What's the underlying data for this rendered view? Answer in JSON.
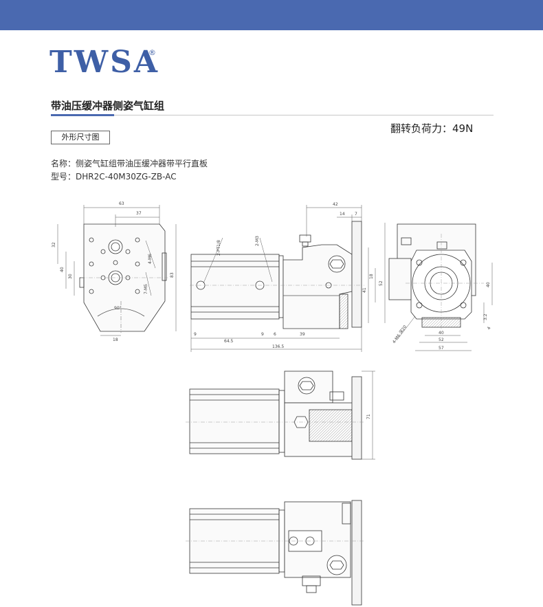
{
  "header": {
    "brand": "TWSA",
    "brand_mark": "®"
  },
  "product": {
    "title": "带油压缓冲器侧姿气缸组",
    "load": "翻转负荷力：49N",
    "tag": "外形尺寸图",
    "name_line": "名称：侧姿气缸组带油压缓冲器带平行直板",
    "model_line": "型号：DHR2C-40M30ZG-ZB-AC"
  },
  "dimensions": {
    "left_view": [
      "63",
      "37",
      "32",
      "40",
      "30",
      "4-M6",
      "7-M5",
      "83",
      "90°",
      "18"
    ],
    "side_view": [
      "2-PT1/8",
      "2-M3",
      "42",
      "14",
      "7",
      "18",
      "41",
      "52",
      "9",
      "64.5",
      "9",
      "6",
      "39",
      "136.5"
    ],
    "end_view": [
      "40",
      "3.2",
      "4",
      "4-M6 深20",
      "40",
      "52",
      "57"
    ],
    "top_view": [
      "71"
    ]
  },
  "colors": {
    "banner": "#4a69b0",
    "brand": "#3e5fa6"
  }
}
